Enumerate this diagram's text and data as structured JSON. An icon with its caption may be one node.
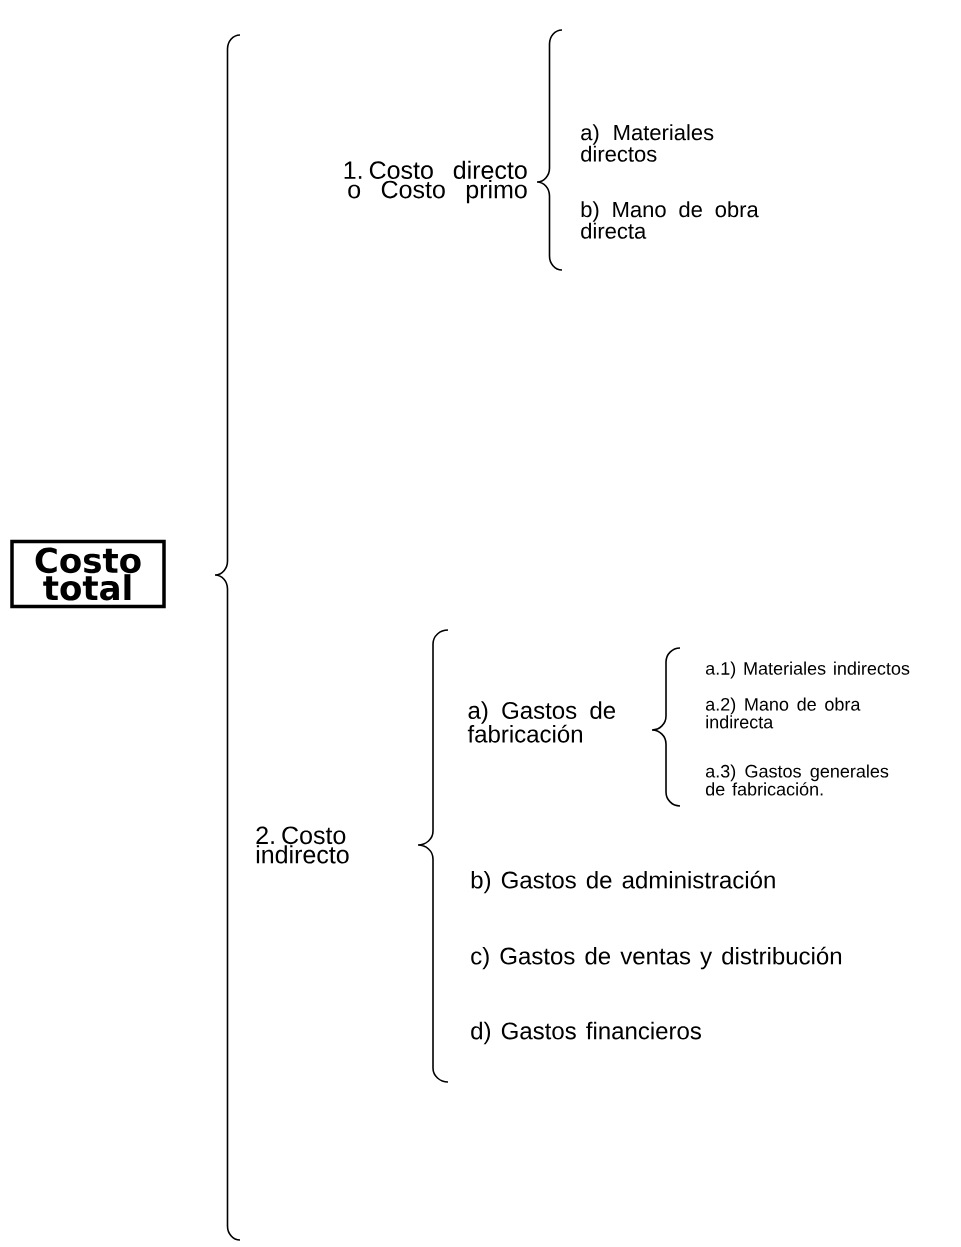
{
  "diagram": {
    "nodes": [
      {
        "text": [
          "Costo total"
        ]
      }
    ],
    "labels": [
      "1. Costo directo o Costo primo",
      "a) Materiales directos",
      "b) Mano de obra directa",
      "a.1) Materiales indirectos",
      "a) Gastos de fabricación",
      "a.2) Mano de obra indirecta",
      "a.3) Gastos generales de fabricación.",
      "2. Costo indirecto",
      "b) Gastos de administración",
      "c) Gastos de ventas y distribución",
      "d) Gastos financieros"
    ]
  }
}
